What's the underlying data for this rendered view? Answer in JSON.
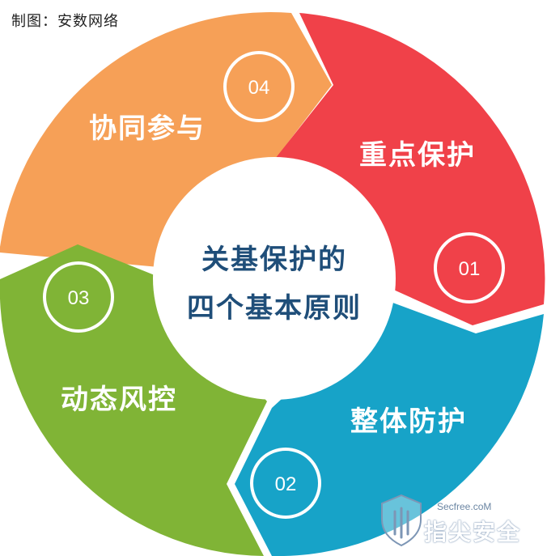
{
  "credit": "制图：安数网络",
  "center": {
    "line1": "关基保护的",
    "line2": "四个基本原则"
  },
  "segments": [
    {
      "id": "01",
      "label": "重点保护",
      "color": "#f04149"
    },
    {
      "id": "02",
      "label": "整体防护",
      "color": "#17a3c8"
    },
    {
      "id": "03",
      "label": "动态风控",
      "color": "#80b436"
    },
    {
      "id": "04",
      "label": "协同参与",
      "color": "#f6a057"
    }
  ],
  "watermark": {
    "site": "Secfree.coM",
    "brand": "指尖安全",
    "icon": "shield-icon"
  }
}
